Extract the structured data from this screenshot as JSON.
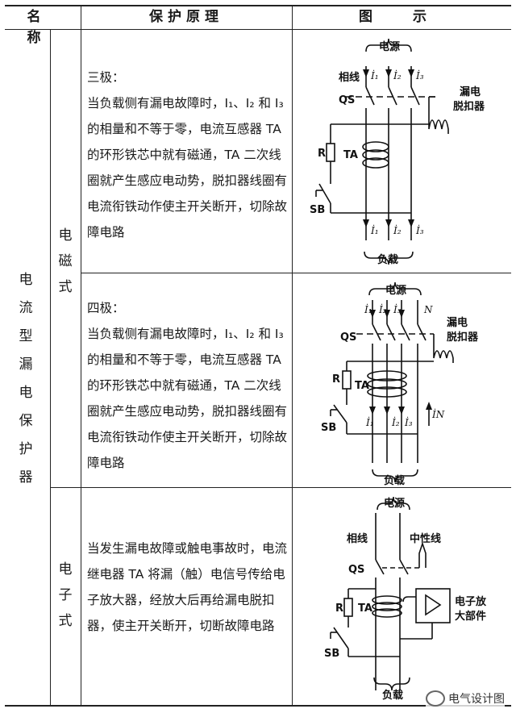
{
  "header": {
    "name": "名 称",
    "principle": "保护原理",
    "figure": "图 示"
  },
  "category": "电流型漏电保护器",
  "rows": [
    {
      "subtype": "电磁式",
      "title": "三极：",
      "text": "当负载侧有漏电故障时，I₁、I₂ 和 I₃ 的相量和不等于零，电流互感器 TA 的环形铁芯中就有磁通，TA 二次线圈就产生感应电动势，脱扣器线圈有电流衔铁动作使主开关断开，切除故障电路",
      "figure": {
        "source": "电源",
        "phase": "相线",
        "qs": "QS",
        "leak": "漏电",
        "trip": "脱扣器",
        "r": "R",
        "ta": "TA",
        "sb": "SB",
        "load": "负载",
        "i1": "İ₁",
        "i2": "İ₂",
        "i3": "İ₃"
      }
    },
    {
      "subtype": "",
      "title": "四极：",
      "text": "当负载侧有漏电故障时，I₁、I₂ 和 I₃ 的相量和不等于零，电流互感器 TA 的环形铁芯中就有磁通，TA 二次线圈就产生感应电动势，脱扣器线圈有电流衔铁动作使主开关断开，切除故障电路",
      "figure": {
        "source": "电源",
        "qs": "QS",
        "leak": "漏电",
        "trip": "脱扣器",
        "r": "R",
        "ta": "TA",
        "sb": "SB",
        "load": "负载",
        "i1": "İ₁",
        "i2": "İ₂",
        "i3": "İ₃",
        "n": "N",
        "in": "İN"
      }
    },
    {
      "subtype": "电子式",
      "title": "",
      "text": "当发生漏电故障或触电事故时，电流继电器 TA 将漏（触）电信号传给电子放大器，经放大后再给漏电脱扣器，使主开关断开，切断故障电路",
      "figure": {
        "source": "电源",
        "phase": "相线",
        "neutral": "中性线",
        "qs": "QS",
        "r": "R",
        "ta": "TA",
        "sb": "SB",
        "load": "负载",
        "amp1": "电子放",
        "amp2": "大部件"
      }
    }
  ],
  "watermark": "电气设计图"
}
